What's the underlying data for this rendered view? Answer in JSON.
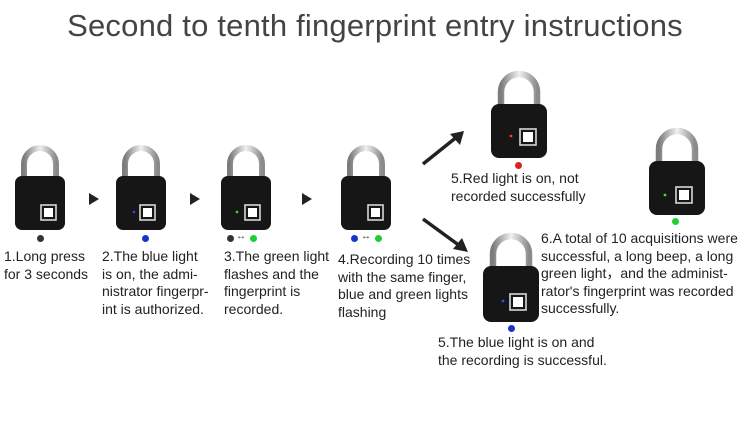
{
  "title": "Second to tenth fingerprint entry instructions",
  "colors": {
    "blue": "#1a33cc",
    "green": "#22cc33",
    "red": "#dd2222",
    "grey": "#333333"
  },
  "swap_symbol": "↔",
  "steps": [
    {
      "lines": [
        "1.Long press",
        "for 3 seconds"
      ],
      "indicator": [
        "grey"
      ]
    },
    {
      "lines": [
        "2.The blue light",
        "is on, the admi-",
        "nistrator fingerpr-",
        "int is authorized."
      ],
      "indicator": [
        "blue"
      ]
    },
    {
      "lines": [
        "3.The green light",
        "flashes and the",
        "fingerprint is",
        "recorded."
      ],
      "indicator": [
        "grey",
        "green"
      ]
    },
    {
      "lines": [
        "4.Recording 10 times",
        "with the same finger,",
        "blue and green lights",
        "flashing"
      ],
      "indicator": [
        "blue",
        "green"
      ]
    },
    {
      "lines": [
        "5.Red light is on, not",
        "recorded successfully"
      ],
      "indicator": [
        "red"
      ]
    },
    {
      "lines": [
        "5.The blue light is on and",
        "the recording is successful."
      ],
      "indicator": [
        "blue"
      ]
    },
    {
      "lines": [
        "6.A total of 10 acquisitions were",
        "successful, a long beep, a long",
        "green light，and the administ-",
        "rator's fingerprint was recorded",
        "successfully."
      ],
      "indicator": [
        "green"
      ]
    }
  ]
}
